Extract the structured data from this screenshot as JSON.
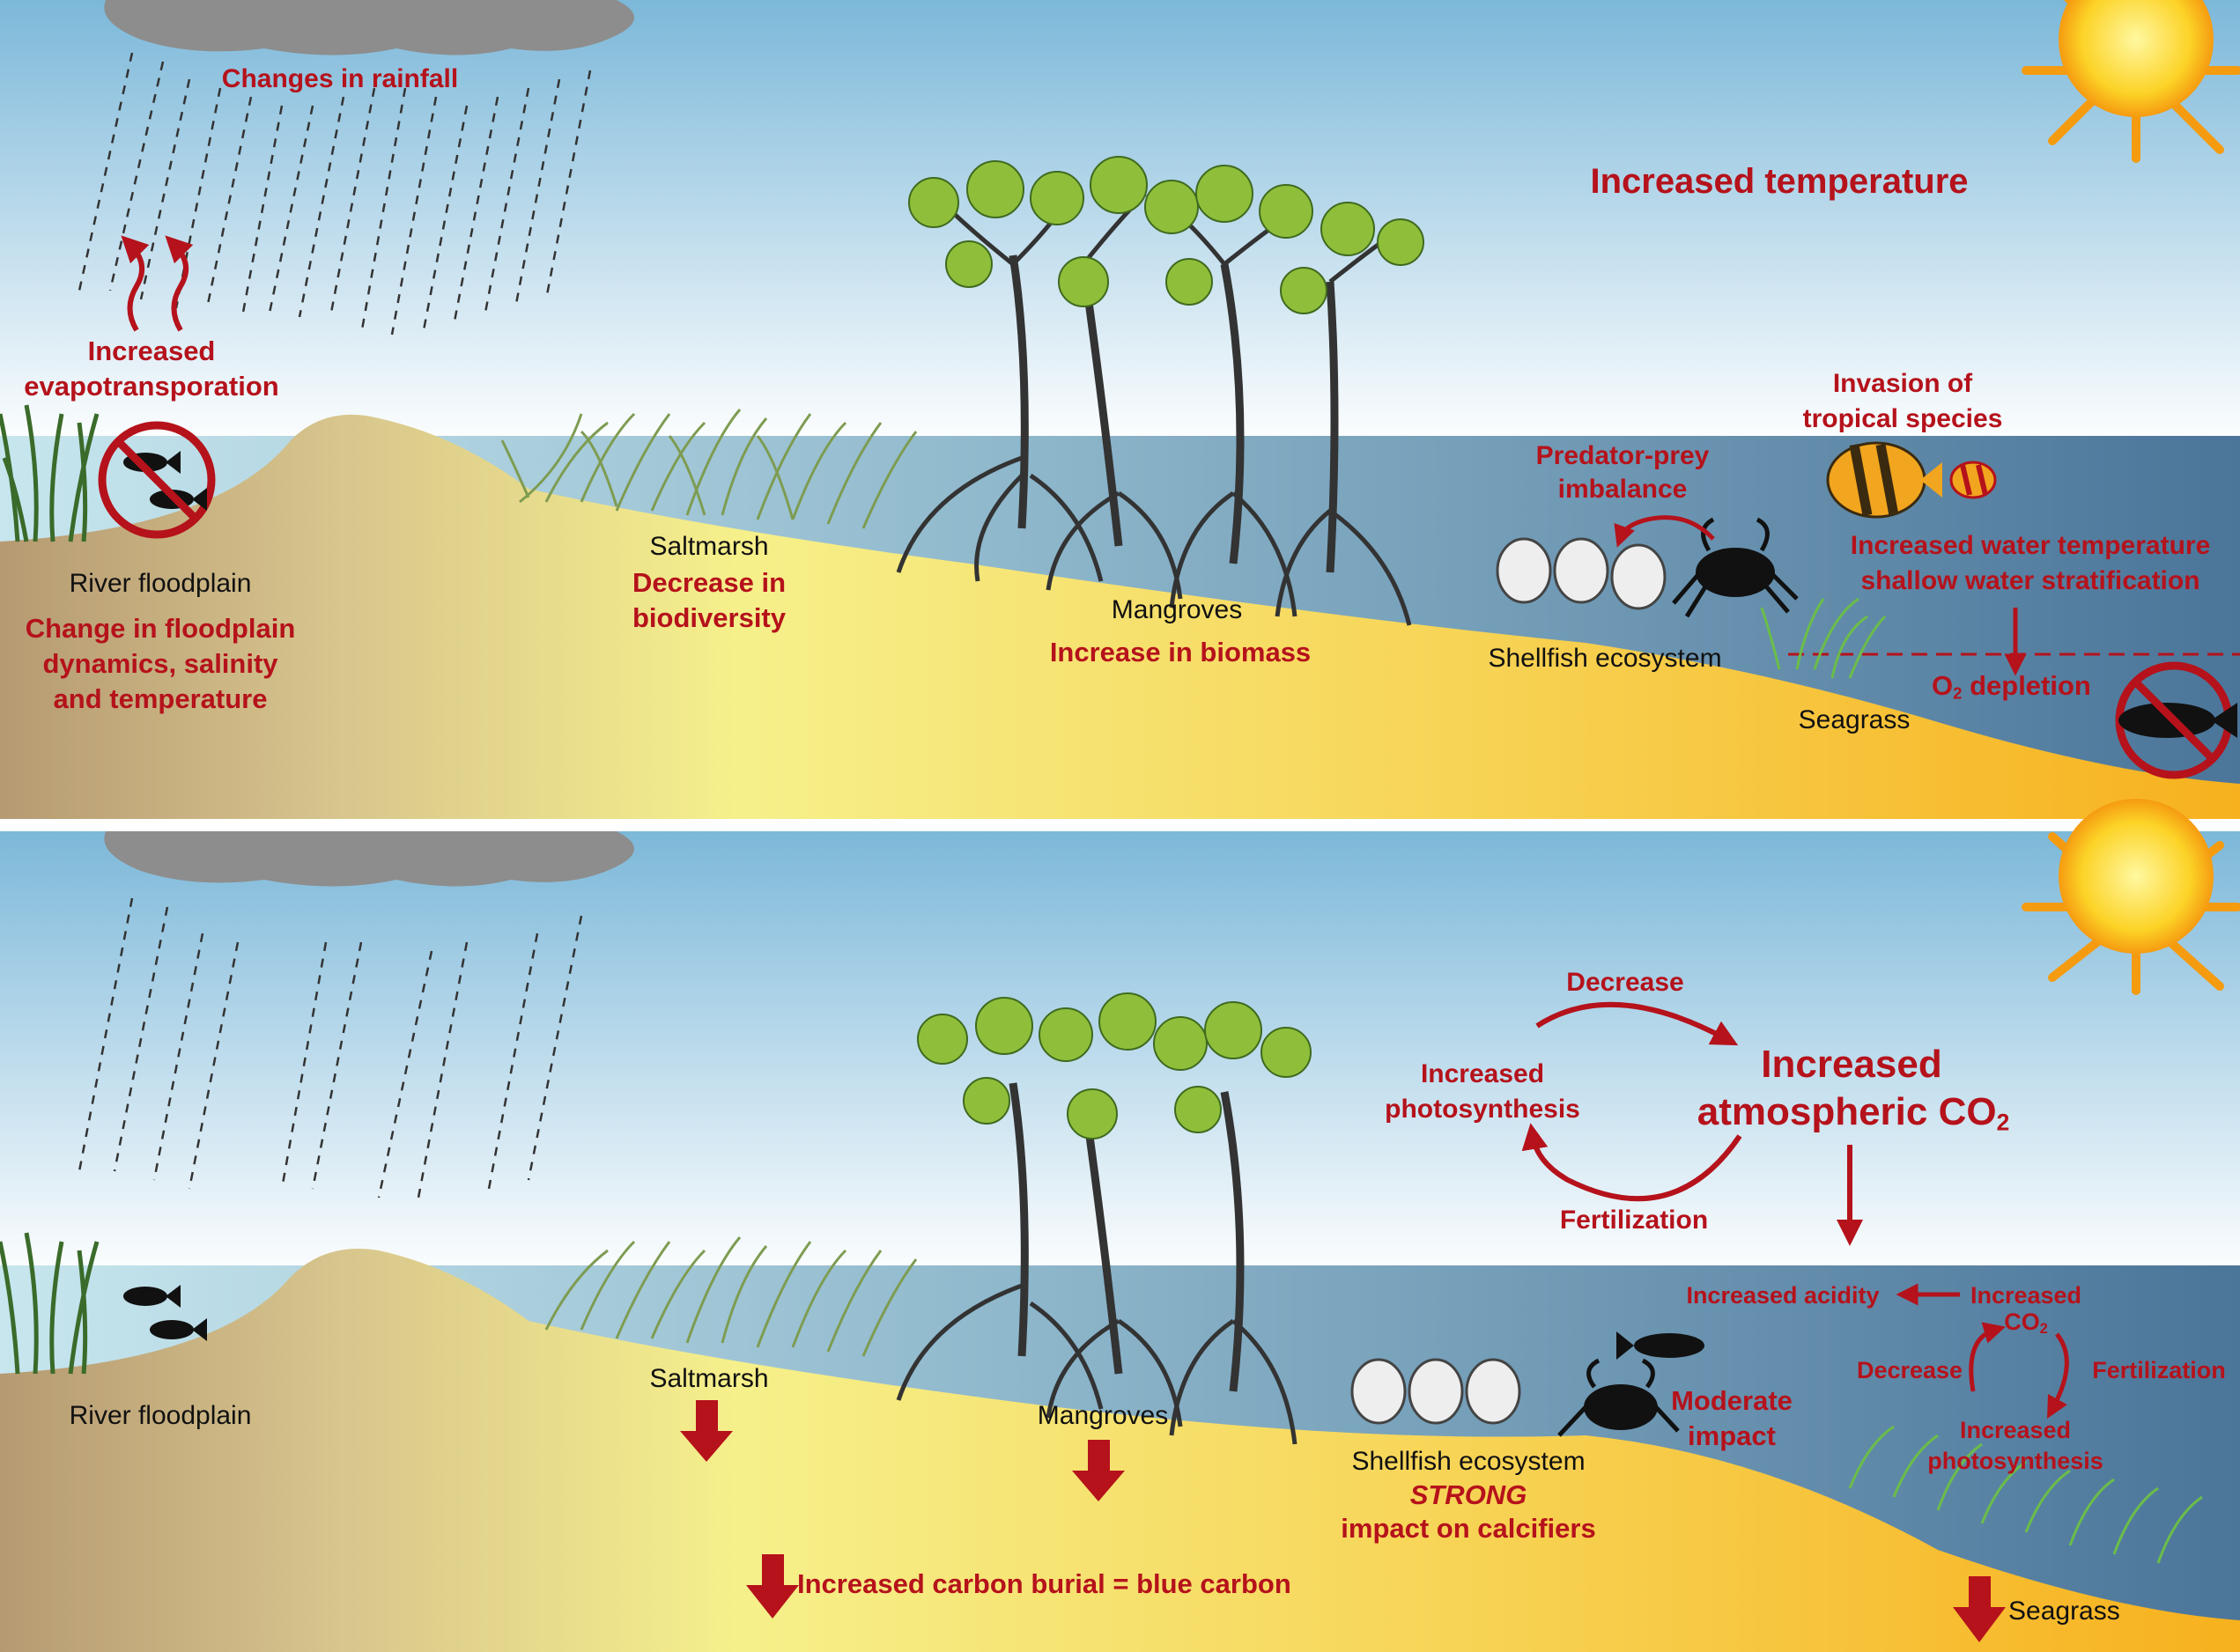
{
  "colors": {
    "sky_top": "#7cb8d9",
    "sand": "#f5e27a",
    "water": "#6f98b6",
    "label_red": "#b5121b",
    "label_black": "#111111"
  },
  "top_panel": {
    "rain_label": "Changes in rainfall",
    "evap_label_1": "Increased",
    "evap_label_2": "evapotransporation",
    "temp_label": "Increased temperature",
    "floodplain": {
      "name": "River floodplain",
      "effect": [
        "Change in floodplain",
        "dynamics, salinity",
        "and temperature"
      ]
    },
    "saltmarsh": {
      "name": "Saltmarsh",
      "effect": [
        "Decrease in",
        "biodiversity"
      ]
    },
    "mangroves": {
      "name": "Mangroves",
      "effect": "Increase in biomass"
    },
    "shellfish": {
      "name": "Shellfish ecosystem"
    },
    "predator_prey": [
      "Predator-prey",
      "imbalance"
    ],
    "invasion": [
      "Invasion of",
      "tropical species"
    ],
    "water_temp": [
      "Increased water temperature",
      "shallow water stratification"
    ],
    "o2_prefix": "O",
    "o2_sub": "2",
    "o2_suffix": " depletion",
    "seagrass": "Seagrass"
  },
  "bottom_panel": {
    "cycle_top": "Decrease",
    "cycle_bottom": "Fertilization",
    "cycle_left": [
      "Increased",
      "photosynthesis"
    ],
    "co2_line1": "Increased",
    "co2_line2": "atmospheric CO",
    "co2_sub": "2",
    "floodplain": "River floodplain",
    "saltmarsh": "Saltmarsh",
    "mangroves": "Mangroves",
    "shellfish": [
      "Shellfish ecosystem",
      "STRONG",
      "impact on calcifiers"
    ],
    "moderate": [
      "Moderate",
      "impact"
    ],
    "carbon_burial": "Increased carbon burial = blue carbon",
    "seagrass": "Seagrass",
    "acidity": "Increased acidity",
    "increased_co2_1": "Increased",
    "increased_co2_2": "CO",
    "increased_co2_sub": "2",
    "small_decrease": "Decrease",
    "small_fertilization": "Fertilization",
    "small_photo": [
      "Increased",
      "photosynthesis"
    ]
  }
}
